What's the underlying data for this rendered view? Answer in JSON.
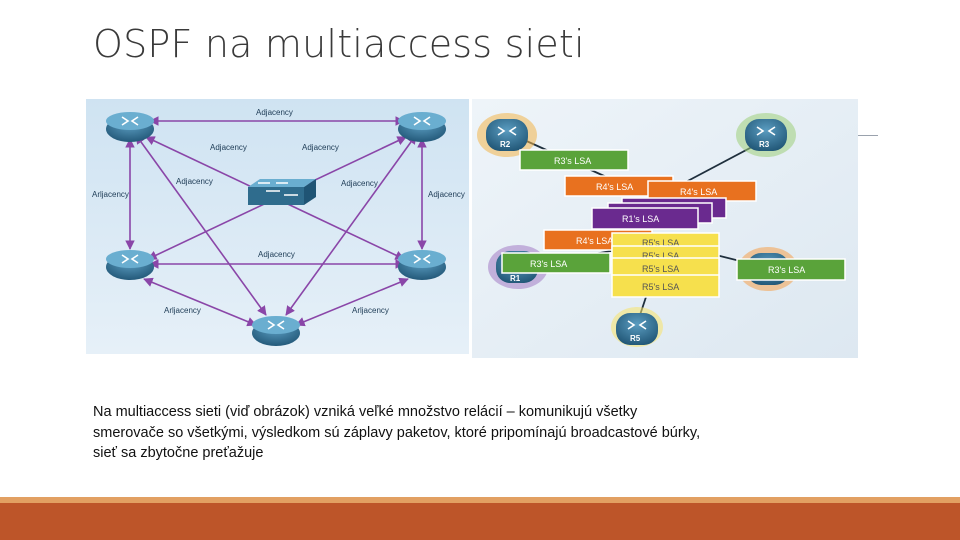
{
  "slide": {
    "title": "OSPF na multiaccess sieti",
    "caption": "Na multiaccess sieti (viď obrázok) vzniká veľké množstvo relácií – komunikujú všetky smerovače so všetkými, výsledkom sú záplavy paketov, ktoré pripomínajú broadcastové búrky, sieť sa zbytočne preťažuje"
  },
  "left_diagram": {
    "adjacency_label": "Adjacency",
    "edge_label_misspelled": "Arljacency"
  },
  "right_diagram": {
    "routers": [
      "R2",
      "R3",
      "R1",
      "R5"
    ],
    "lsa": {
      "r3": "R3's LSA",
      "r4": "R4's LSA",
      "r1": "R1's LSA",
      "r5": "R5's LSA"
    }
  },
  "colors": {
    "footer_bar": "#bd5529",
    "footer_strip": "#e2a062",
    "router": "#2f6c8d",
    "arrow": "#8a46a8",
    "lsa_green": "#5aa33a",
    "lsa_orange": "#e8711f",
    "lsa_purple": "#6a2a8f",
    "lsa_yellow": "#f6e04d"
  }
}
